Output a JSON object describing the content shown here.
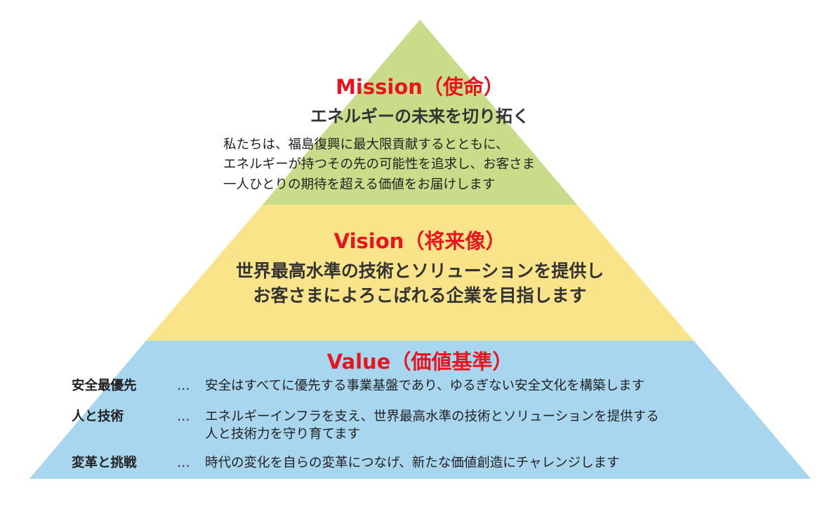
{
  "colors": {
    "mission_band": "#c9dc8a",
    "vision_band": "#fae48a",
    "value_band": "#a8d6ee",
    "heading_red": "#e8141e"
  },
  "mission": {
    "heading": "Mission（使命）",
    "subheading": "エネルギーの未来を切り拓く",
    "body": [
      "私たちは、福島復興に最大限貢献するとともに、",
      "エネルギーが持つその先の可能性を追求し、お客さま",
      "一人ひとりの期待を超える価値をお届けします"
    ]
  },
  "vision": {
    "heading": "Vision（将来像）",
    "lines": [
      "世界最高水準の技術とソリューションを提供し",
      "お客さまによろこばれる企業を目指します"
    ]
  },
  "value": {
    "heading": "Value（価値基準）",
    "separator": "…",
    "items": [
      {
        "label": "安全最優先",
        "text": [
          "安全はすべてに優先する事業基盤であり、ゆるぎない安全文化を構築します"
        ]
      },
      {
        "label": "人と技術",
        "text": [
          "エネルギーインフラを支え、世界最高水準の技術とソリューションを提供する",
          "人と技術力を守り育てます"
        ]
      },
      {
        "label": "変革と挑戦",
        "text": [
          "時代の変化を自らの変革につなげ、新たな価値創造にチャレンジします"
        ]
      }
    ]
  }
}
